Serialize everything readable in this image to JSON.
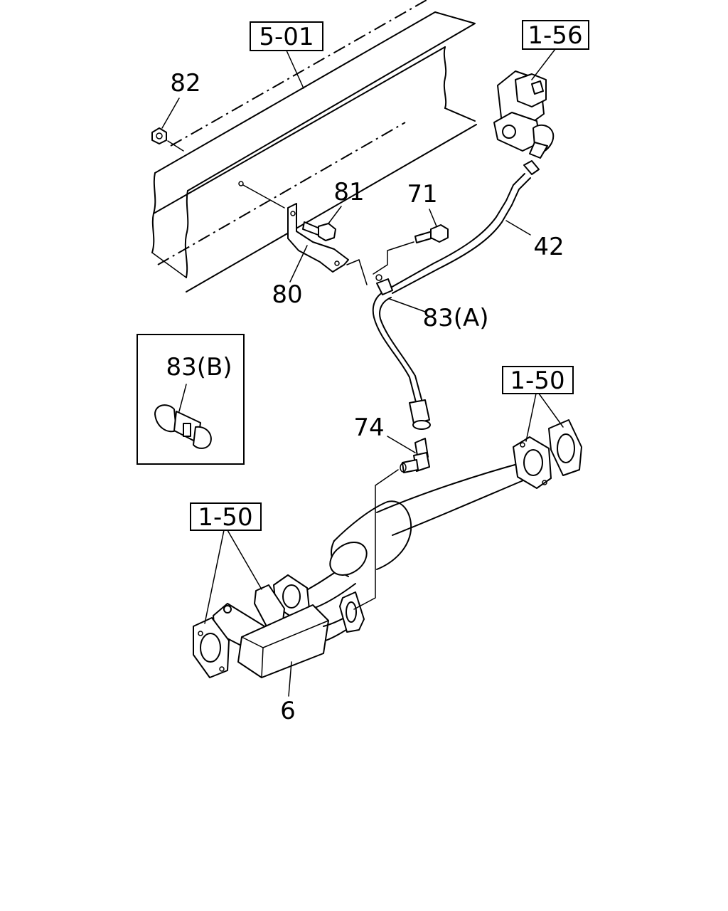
{
  "reference_boxes": {
    "ref_5_01": "5-01",
    "ref_1_56": "1-56",
    "ref_1_50_right": "1-50",
    "ref_1_50_left": "1-50"
  },
  "callouts": {
    "c82": "82",
    "c81": "81",
    "c71": "71",
    "c42": "42",
    "c80": "80",
    "c83a": "83(A)",
    "c83b": "83(B)",
    "c74": "74",
    "c6": "6"
  }
}
